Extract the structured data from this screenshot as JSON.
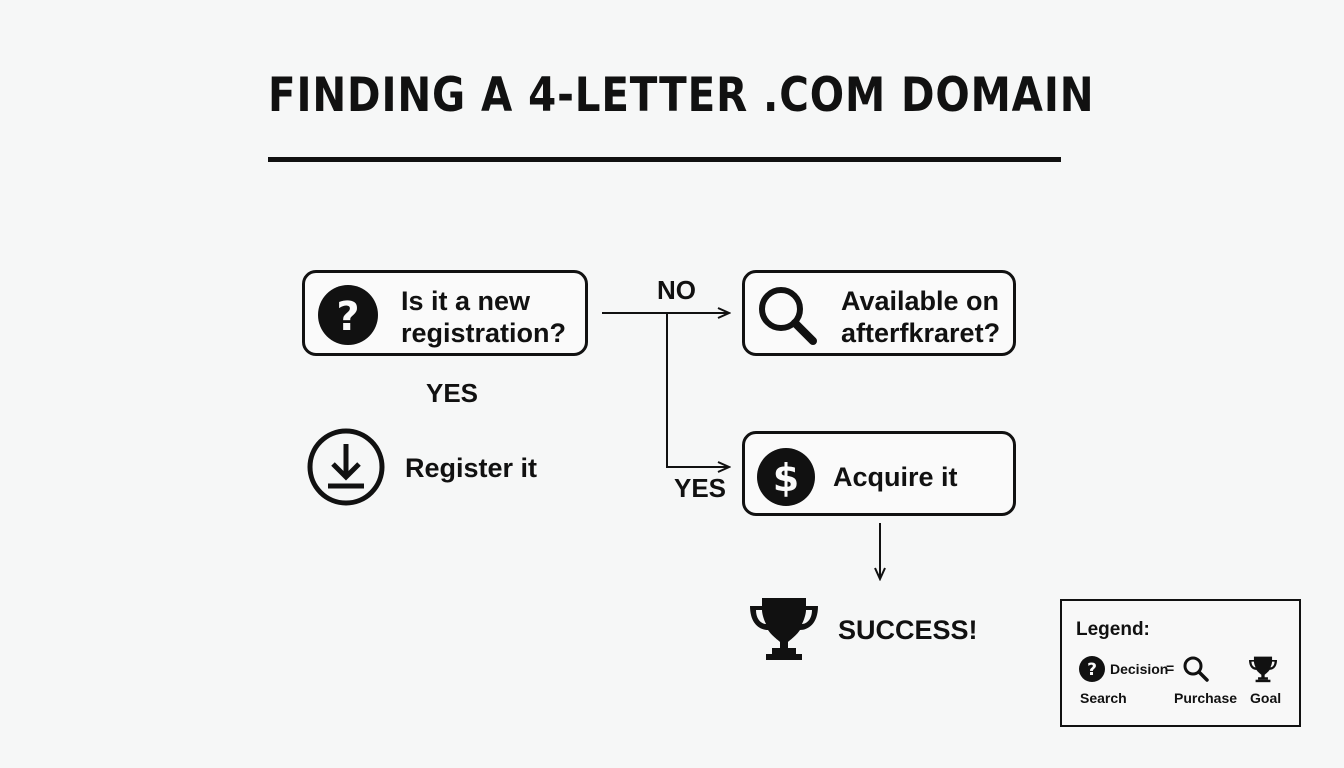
{
  "title": "FINDING A 4-LETTER .COM DOMAIN",
  "nodes": {
    "decision": {
      "label_line1": "Is it a new",
      "label_line2": "registration?",
      "icon": "question-icon"
    },
    "register": {
      "label": "Register it",
      "icon": "download-icon"
    },
    "afternic": {
      "label_line1": "Available on",
      "label_line2": "afterfkraret?",
      "icon": "search-icon"
    },
    "acquire": {
      "label": "Acquire it",
      "icon": "dollar-icon"
    },
    "success": {
      "label": "SUCCESS!",
      "icon": "trophy-icon"
    }
  },
  "edges": {
    "yes_down": "YES",
    "no_right": "NO",
    "yes_branch": "YES"
  },
  "legend": {
    "title": "Legend:",
    "decision": "Decision",
    "equals": "=",
    "search": "Search",
    "purchase": "Purchase",
    "goal": "Goal"
  }
}
